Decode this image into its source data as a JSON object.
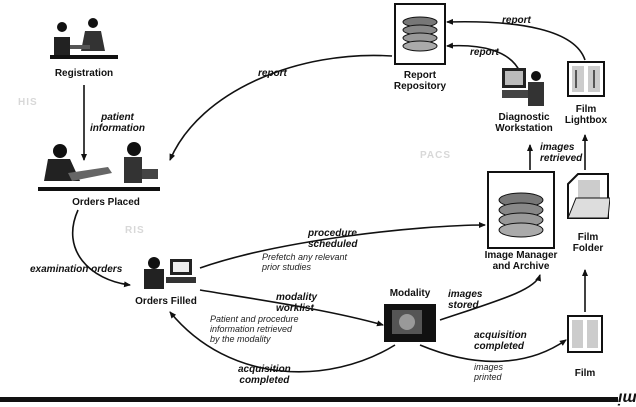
{
  "nodes": {
    "registration": "Registration",
    "orders_placed": "Orders Placed",
    "orders_filled": "Orders Filled",
    "report_repository": "Report\nRepository",
    "diagnostic_workstation": "Diagnostic\nWorkstation",
    "film_lightbox": "Film\nLightbox",
    "image_manager": "Image Manager\nand Archive",
    "film_folder": "Film\nFolder",
    "modality": "Modality",
    "film": "Film"
  },
  "edges": {
    "report_left": "report",
    "report_top": "report",
    "report_mid": "report",
    "patient_information": "patient\ninformation",
    "examination_orders": "examination orders",
    "procedure_scheduled": "procedure\nscheduled",
    "modality_worklist": "modality\nworklist",
    "images_stored": "images\nstored",
    "acquisition_completed_right": "acquisition\ncompleted",
    "images_printed": "images\nprinted",
    "acquisition_completed_left": "acquisition\ncompleted",
    "images_retrieved": "images\nretrieved"
  },
  "notes": {
    "prefetch": "Prefetch any relevant\nprior studies",
    "patient_procedure": "Patient and procedure\ninformation retrieved\nby the modality"
  },
  "corner_logo": "ᴉɯɯ"
}
